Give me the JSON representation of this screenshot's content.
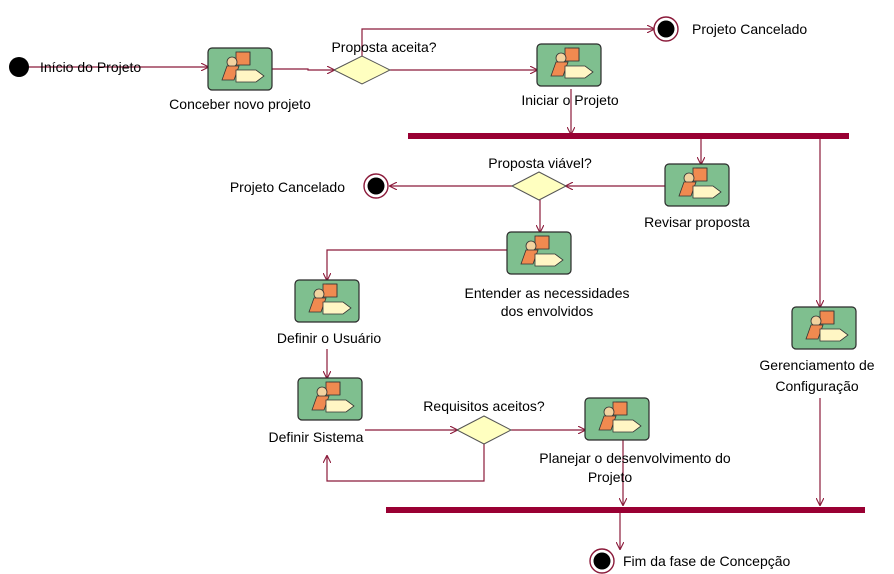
{
  "colors": {
    "flow": "#8b1a3a",
    "bar": "#990033",
    "activity_fill": "#7fbf8f",
    "activity_border": "#2a2a2a",
    "decision_fill": "#ffffc0",
    "node_fill": "#000000",
    "icon_orange": "#f08a50",
    "icon_cream": "#fff6c4"
  },
  "start": {
    "label": "Início do Projeto"
  },
  "activities": {
    "conceber": "Conceber novo projeto",
    "iniciar": "Iniciar o Projeto",
    "revisar": "Revisar proposta",
    "entender_1": "Entender as necessidades",
    "entender_2": "dos envolvidos",
    "definir_usuario": "Definir o Usuário",
    "definir_sistema": "Definir Sistema",
    "planejar_1": "Planejar o desenvolvimento do",
    "planejar_2": "Projeto",
    "gerenciamento_1": "Gerenciamento de",
    "gerenciamento_2": "Configuração"
  },
  "decisions": {
    "proposta_aceita": "Proposta aceita?",
    "proposta_viavel": "Proposta viável?",
    "requisitos_aceitos": "Requisitos aceitos?"
  },
  "ends": {
    "cancel_1": "Projeto Cancelado",
    "cancel_2": "Projeto Cancelado",
    "final": "Fim da fase de Concepção"
  }
}
